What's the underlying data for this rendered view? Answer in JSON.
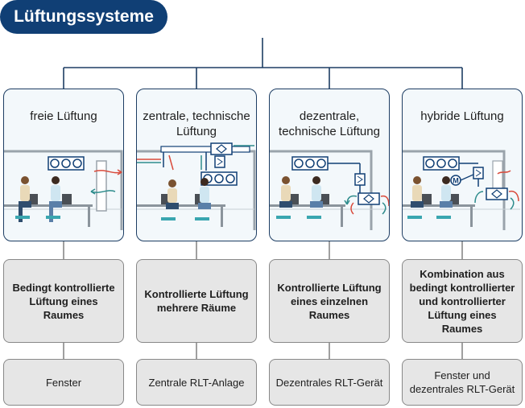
{
  "title": "Lüftungssysteme",
  "colors": {
    "navy": "#103f75",
    "card_border": "#1d3d63",
    "card_bg": "#f3f8fb",
    "box_bg": "#e6e6e6",
    "warm_air": "#d94a3b",
    "cool_air": "#2e8c8c"
  },
  "columns": [
    {
      "title": "freie Lüftung",
      "description": "Bedingt kontrollierte Lüftung eines Raumes",
      "device": "Fenster"
    },
    {
      "title": "zentrale, technische Lüftung",
      "description": "Kontrollierte Lüftung mehrere Räume",
      "device": "Zentrale RLT-Anlage"
    },
    {
      "title": "dezentrale, technische Lüftung",
      "description": "Kontrollierte Lüftung eines einzelnen Raumes",
      "device": "Dezentrales RLT-Gerät"
    },
    {
      "title": "hybride Lüftung",
      "description": "Kombination aus bedingt kontrollierter und kontrollierter Lüftung eines Raumes",
      "device": "Fenster und dezentrales RLT-Gerät"
    }
  ],
  "motor_label": "M"
}
